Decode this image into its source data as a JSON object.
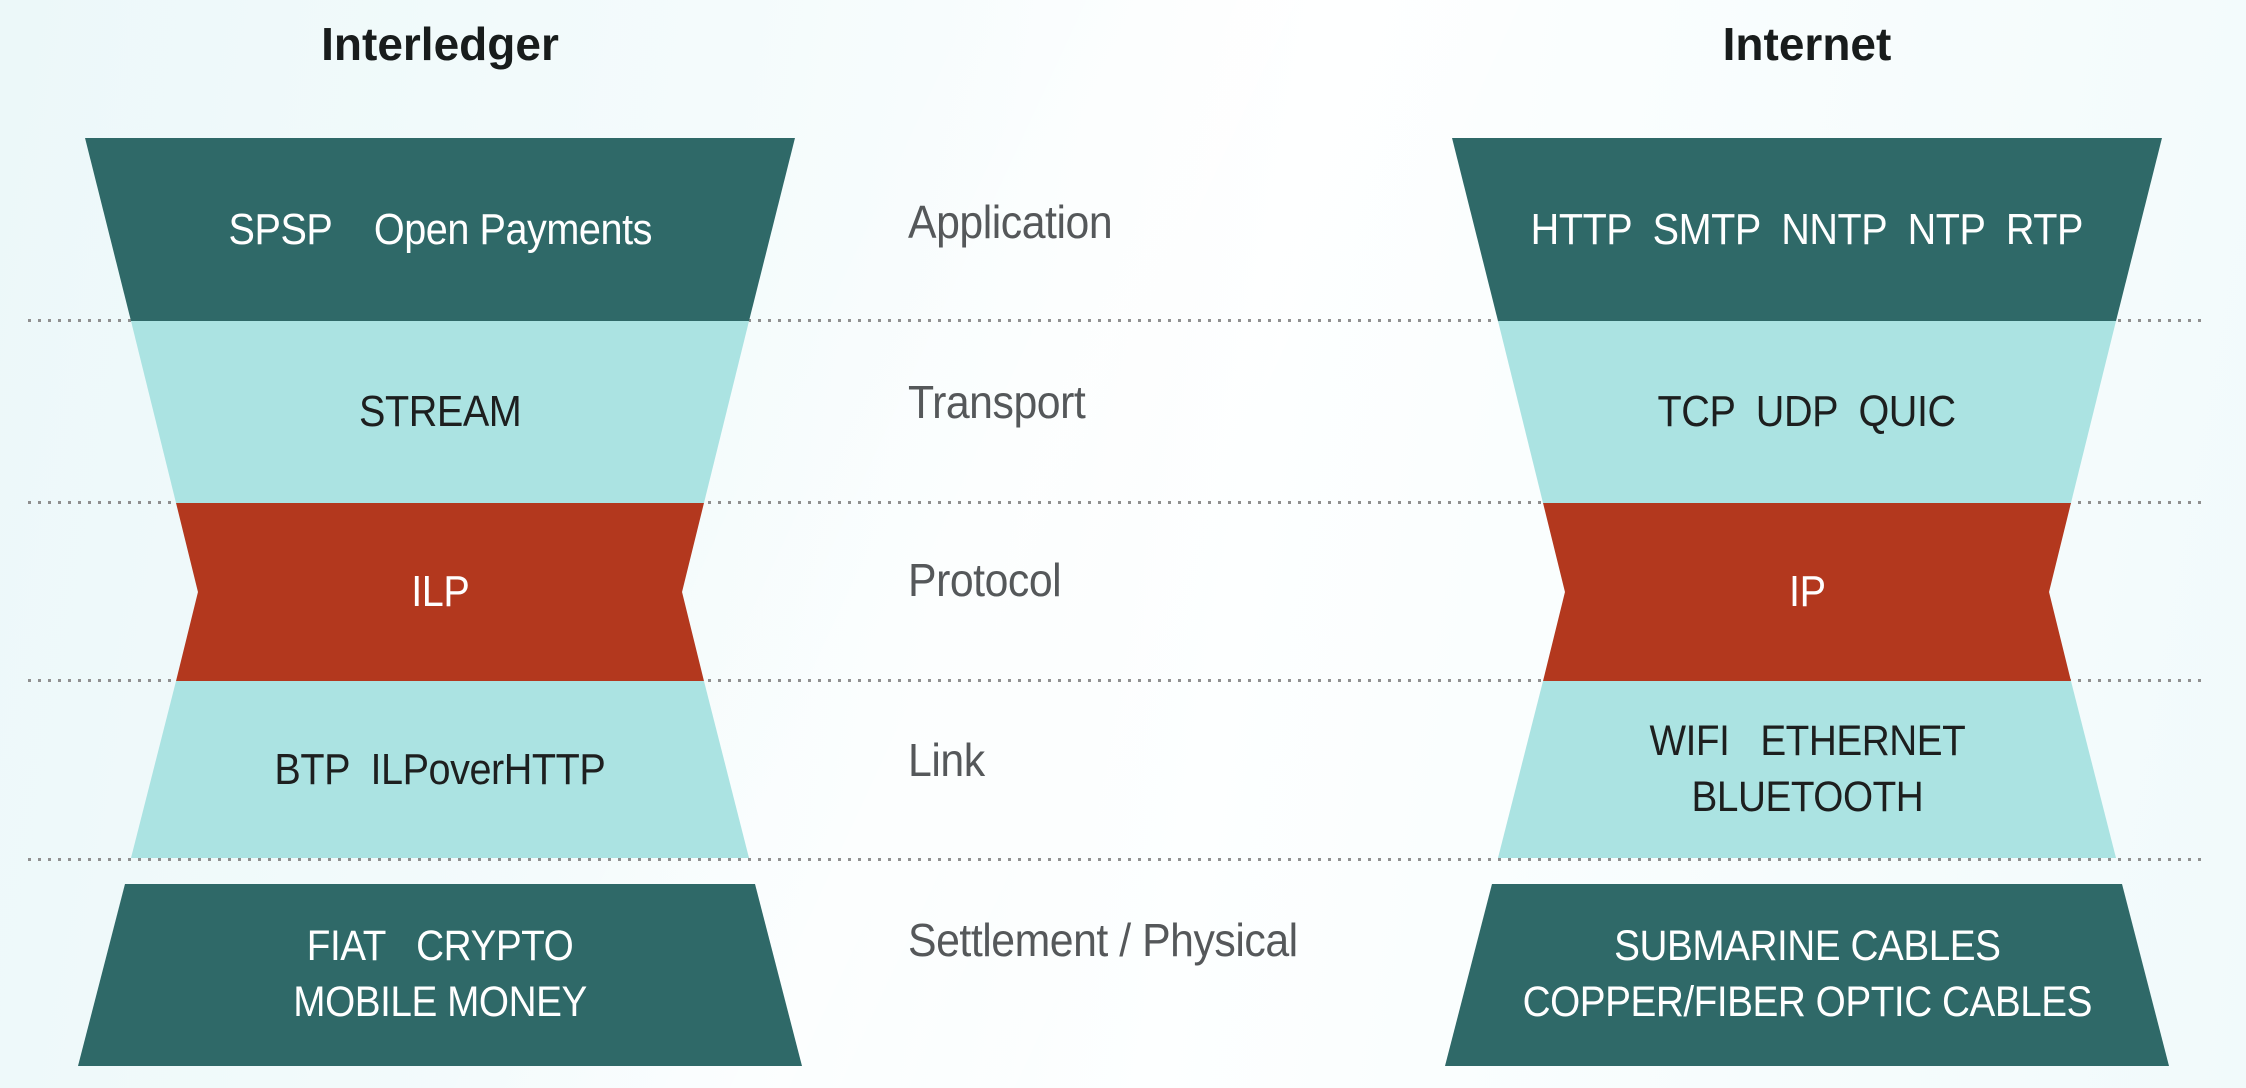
{
  "diagram": {
    "left_title": "Interledger",
    "right_title": "Internet",
    "layer_names": [
      "Application",
      "Transport",
      "Protocol",
      "Link",
      "Settlement / Physical"
    ],
    "interledger_layers": [
      "SPSP    Open Payments",
      "STREAM",
      "ILP",
      "BTP  ILPoverHTTP",
      "FIAT   CRYPTO\nMOBILE MONEY"
    ],
    "internet_layers": [
      "HTTP  SMTP  NNTP  NTP  RTP",
      "TCP  UDP  QUIC",
      "IP",
      "WIFI   ETHERNET\nBLUETOOTH",
      "SUBMARINE CABLES\nCOPPER/FIBER OPTIC CABLES"
    ],
    "colors": {
      "dark_teal": "#2f6968",
      "light_teal": "#abe3e2",
      "red": "#b3381e",
      "label_gray": "#55585a",
      "dotted_line_gray": "#8f8f8f",
      "background_tint": "#ecf8f9"
    }
  }
}
